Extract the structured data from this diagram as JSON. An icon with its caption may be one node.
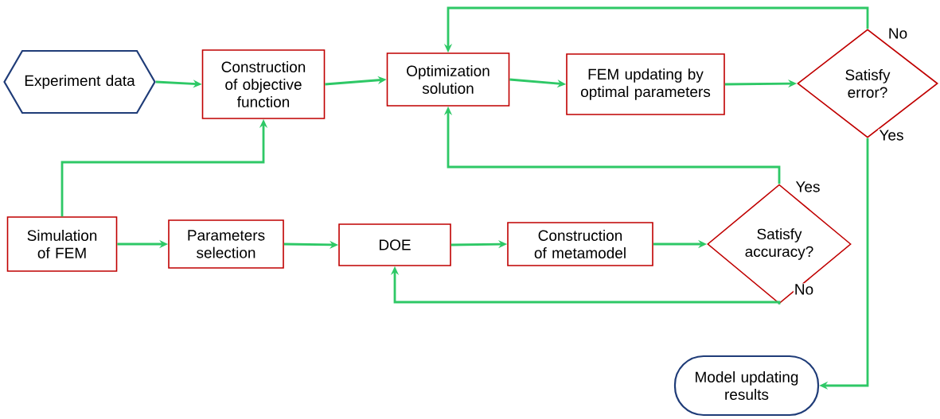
{
  "diagram": {
    "nodes": [
      {
        "text": [
          "Experiment data"
        ]
      },
      {
        "text": [
          "Construction of objective function"
        ]
      },
      {
        "text": [
          "Optimization solution"
        ]
      },
      {
        "text": [
          "FEM updating by optimal parameters"
        ]
      },
      {
        "text": [
          "Satisfy error?"
        ]
      },
      {
        "text": [
          "Simulation of FEM"
        ]
      },
      {
        "text": [
          "Parameters selection"
        ]
      },
      {
        "text": [
          "DOE"
        ]
      },
      {
        "text": [
          "Construction of metamodel"
        ]
      },
      {
        "text": [
          "Satisfy accuracy?"
        ]
      },
      {
        "text": [
          "Model updating results"
        ]
      }
    ],
    "edges": [
      {
        "from": 0,
        "to": 1,
        "arrow": "to"
      },
      {
        "from": 1,
        "to": 2,
        "arrow": "to"
      },
      {
        "from": 2,
        "to": 3,
        "arrow": "to"
      },
      {
        "from": 3,
        "to": 4,
        "arrow": "to"
      },
      {
        "from": 4,
        "to": 2,
        "arrow": "to",
        "label": "No"
      },
      {
        "from": 4,
        "to": 10,
        "arrow": "to",
        "label": "Yes"
      },
      {
        "from": 5,
        "to": 1,
        "arrow": "to"
      },
      {
        "from": 5,
        "to": 6,
        "arrow": "to"
      },
      {
        "from": 6,
        "to": 7,
        "arrow": "to"
      },
      {
        "from": 7,
        "to": 8,
        "arrow": "to"
      },
      {
        "from": 8,
        "to": 9,
        "arrow": "to"
      },
      {
        "from": 9,
        "to": 2,
        "arrow": "to",
        "label": "Yes"
      },
      {
        "from": 9,
        "to": 7,
        "arrow": "to",
        "label": "No"
      }
    ]
  }
}
